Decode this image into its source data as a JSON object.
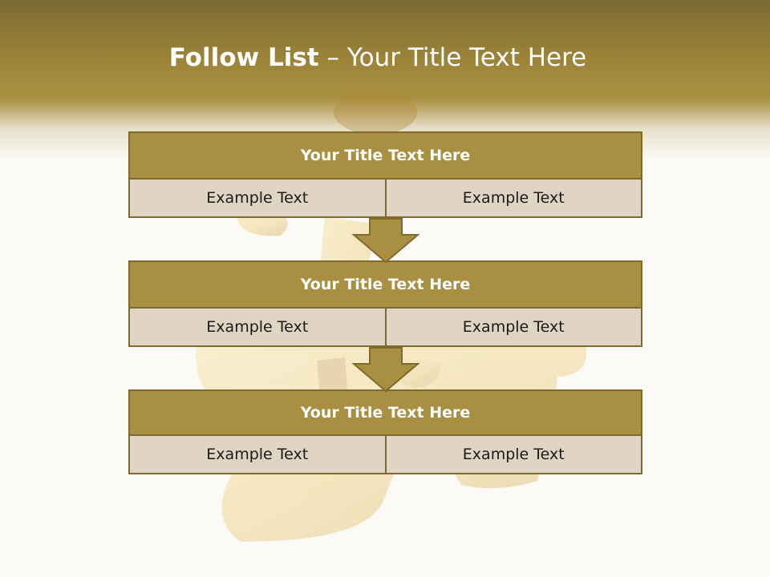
{
  "slide": {
    "title_bold": "Follow List",
    "title_rest": " – Your Title Text Here"
  },
  "steps": [
    {
      "title": "Your Title Text Here",
      "left": "Example Text",
      "right": "Example Text"
    },
    {
      "title": "Your Title Text Here",
      "left": "Example Text",
      "right": "Example Text"
    },
    {
      "title": "Your Title Text Here",
      "left": "Example Text",
      "right": "Example Text"
    }
  ],
  "colors": {
    "header_gold": "#a98f42",
    "border_brown": "#7e6a2d",
    "cell_beige": "#dfd5c2",
    "background": "#fbfaf7"
  },
  "icons": {
    "connector": "down-arrow-icon",
    "background_art": "gold-puzzle-figure"
  }
}
